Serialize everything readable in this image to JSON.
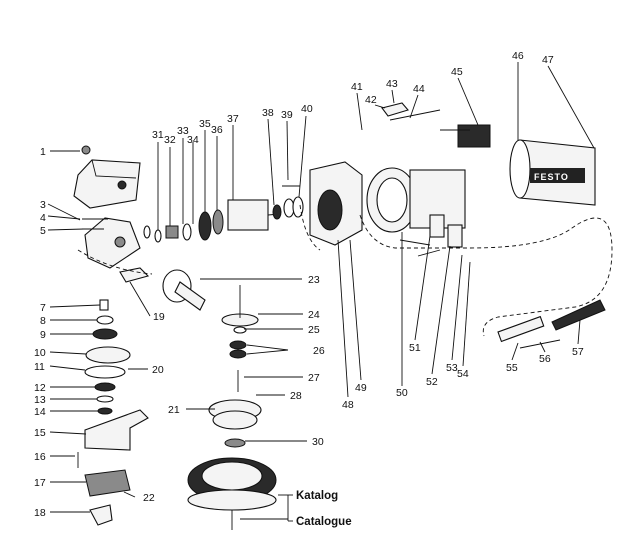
{
  "diagram": {
    "labels": [
      "1",
      "3",
      "4",
      "5",
      "7",
      "8",
      "9",
      "10",
      "11",
      "12",
      "13",
      "14",
      "15",
      "16",
      "17",
      "18",
      "19",
      "20",
      "21",
      "22",
      "23",
      "24",
      "25",
      "26",
      "27",
      "28",
      "30",
      "31",
      "32",
      "33",
      "34",
      "35",
      "36",
      "37",
      "38",
      "39",
      "40",
      "41",
      "42",
      "43",
      "44",
      "45",
      "46",
      "47",
      "48",
      "49",
      "50",
      "51",
      "52",
      "53",
      "54",
      "55",
      "56",
      "57"
    ],
    "catalog_de": "Katalog",
    "catalog_fr": "Catalogue",
    "brand": "FESTO"
  }
}
